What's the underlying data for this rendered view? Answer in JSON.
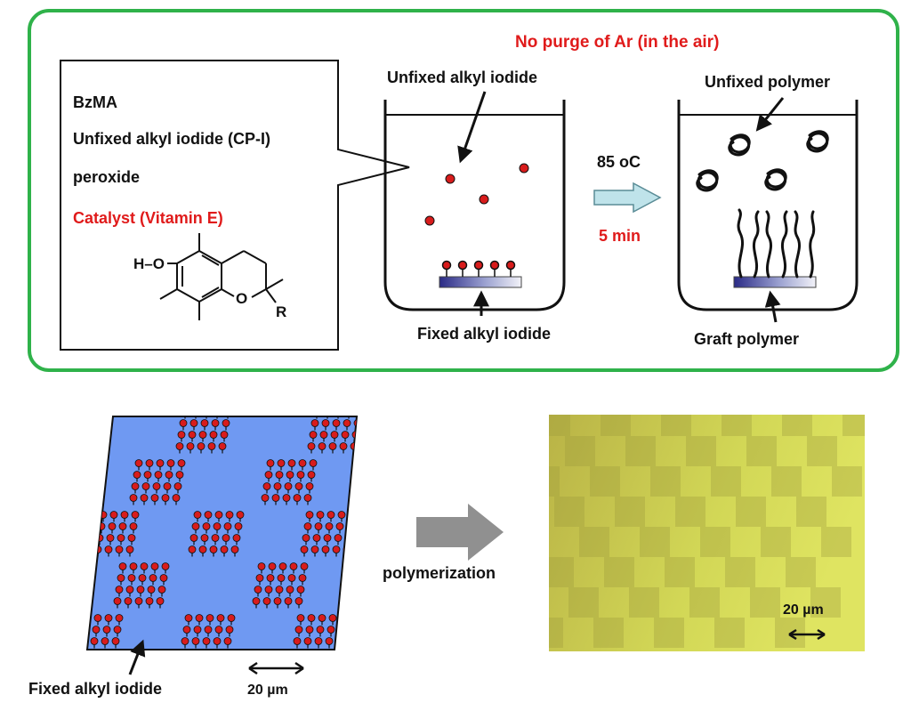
{
  "colors": {
    "frame_green": "#2fb24a",
    "red_text": "#e01b1b",
    "dot_red": "#d81c1c",
    "substrate_blue": "#6f99f2",
    "micrograph_yellow": "#cfd255",
    "arrow_cyan": "#bfe3ea",
    "arrow_gray": "#909090"
  },
  "reaction": {
    "headline": "No purge of Ar (in the air)",
    "reagents": {
      "monomer": "BzMA",
      "unfixed_initiator": "Unfixed alkyl iodide (CP-I)",
      "initiator": "peroxide",
      "catalyst": "Catalyst (Vitamin E)"
    },
    "structure": {
      "hydroxyl": "H–O",
      "ring_oxygen": "O",
      "r_group": "R"
    },
    "before_beaker": {
      "top_label": "Unfixed alkyl iodide",
      "bottom_label": "Fixed alkyl iodide"
    },
    "conditions": {
      "temperature_value": "85",
      "temperature_unit": "oC",
      "time": "5 min"
    },
    "after_beaker": {
      "top_label": "Unfixed polymer",
      "bottom_label": "Graft polymer"
    }
  },
  "patterning": {
    "substrate_label": "Fixed alkyl iodide",
    "substrate_scale": "20 µm",
    "process_label": "polymerization",
    "micrograph_scale": "20 µm"
  }
}
